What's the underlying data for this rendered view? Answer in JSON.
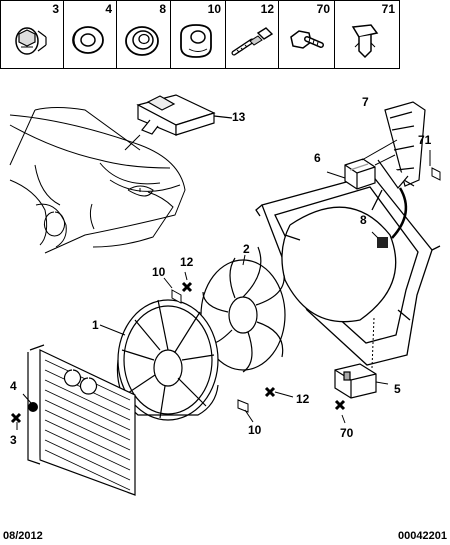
{
  "legend": {
    "cells": [
      {
        "num": "3",
        "icon": "screw-plug-icon"
      },
      {
        "num": "4",
        "icon": "rubber-grommet-icon"
      },
      {
        "num": "8",
        "icon": "stepped-grommet-icon"
      },
      {
        "num": "10",
        "icon": "rubber-mount-icon"
      },
      {
        "num": "12",
        "icon": "shoulder-bolt-icon"
      },
      {
        "num": "70",
        "icon": "hex-bolt-icon"
      },
      {
        "num": "71",
        "icon": "plastic-clip-icon"
      }
    ]
  },
  "callouts": {
    "c13": "13",
    "c7": "7",
    "c6": "6",
    "c71": "71",
    "c8": "8",
    "c2": "2",
    "c10a": "10",
    "c12a": "12",
    "c1": "1",
    "c4": "4",
    "c3": "3",
    "c12b": "12",
    "c10b": "10",
    "c5": "5",
    "c70": "70"
  },
  "footer": {
    "date": "08/2012",
    "ref": "00042201"
  }
}
